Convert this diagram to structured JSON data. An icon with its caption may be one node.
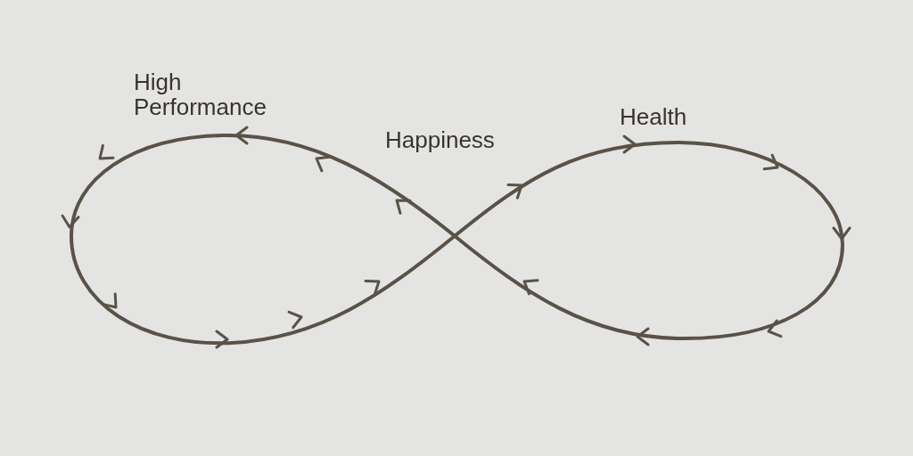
{
  "diagram": {
    "labels": [
      "High Performance",
      "Happiness",
      "Health"
    ]
  }
}
